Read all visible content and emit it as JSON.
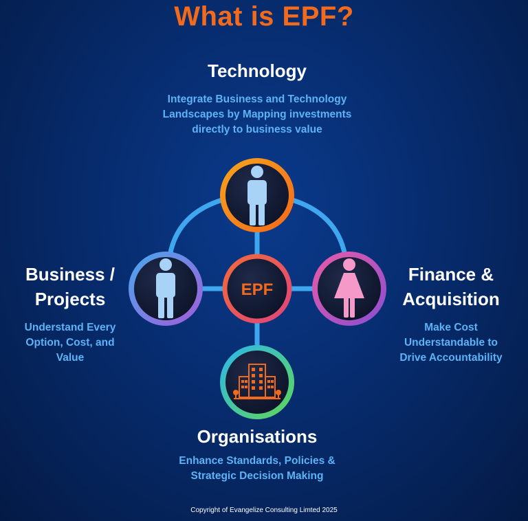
{
  "title": "What is EPF?",
  "center": {
    "label": "EPF"
  },
  "nodes": {
    "technology": {
      "heading": "Technology",
      "desc": [
        "Integrate Business and Technology",
        "Landscapes by Mapping investments",
        "directly to business value"
      ],
      "icon": "man-icon",
      "ring_colors": [
        "#f7a21b",
        "#f26a1b"
      ]
    },
    "business": {
      "heading": [
        "Business /",
        "Projects"
      ],
      "desc": [
        "Understand Every",
        "Option, Cost, and",
        "Value"
      ],
      "icon": "man-icon",
      "ring_colors": [
        "#4aa6ee",
        "#a05ed8"
      ]
    },
    "finance": {
      "heading": [
        "Finance &",
        "Acquisition"
      ],
      "desc": [
        "Make Cost",
        "Understandable to",
        "Drive Accountability"
      ],
      "icon": "woman-icon",
      "ring_colors": [
        "#e85aa8",
        "#8a4fd0"
      ]
    },
    "organisations": {
      "heading": "Organisations",
      "desc": [
        "Enhance Standards, Policies &",
        "Strategic Decision Making"
      ],
      "icon": "building-icon",
      "ring_colors": [
        "#2fb7e8",
        "#5ed65a"
      ]
    }
  },
  "colors": {
    "accent": "#f26a1b",
    "connector": "#3fa7ef",
    "heading": "#ffffff",
    "description": "#5cb3f5",
    "man_icon": "#a9d2f7",
    "woman_icon": "#f59ac8",
    "building_icon": "#f26a1b"
  },
  "copyright": "Copyright of Evangelize Consulting Limted 2025"
}
